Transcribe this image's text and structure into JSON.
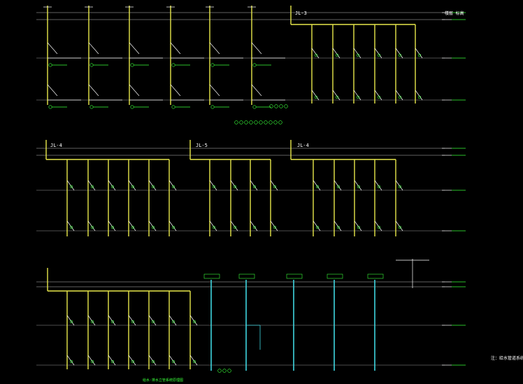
{
  "diagram": {
    "title": "给水·排水立管系统原理图",
    "risers_row2": [
      "JL-4",
      "JL-5",
      "JL-4"
    ],
    "riser_row1": "JL-3",
    "floor_tag": "楼层 标高",
    "legend_note": "注：给水管道系统原理图",
    "colors": {
      "background": "#000000",
      "floor_line": "#9a9a9a",
      "riser_yellow": "#e8e84a",
      "riser_cyan": "#3fd6e0",
      "annotation_green": "#39ff39",
      "text": "#ffffff"
    }
  }
}
